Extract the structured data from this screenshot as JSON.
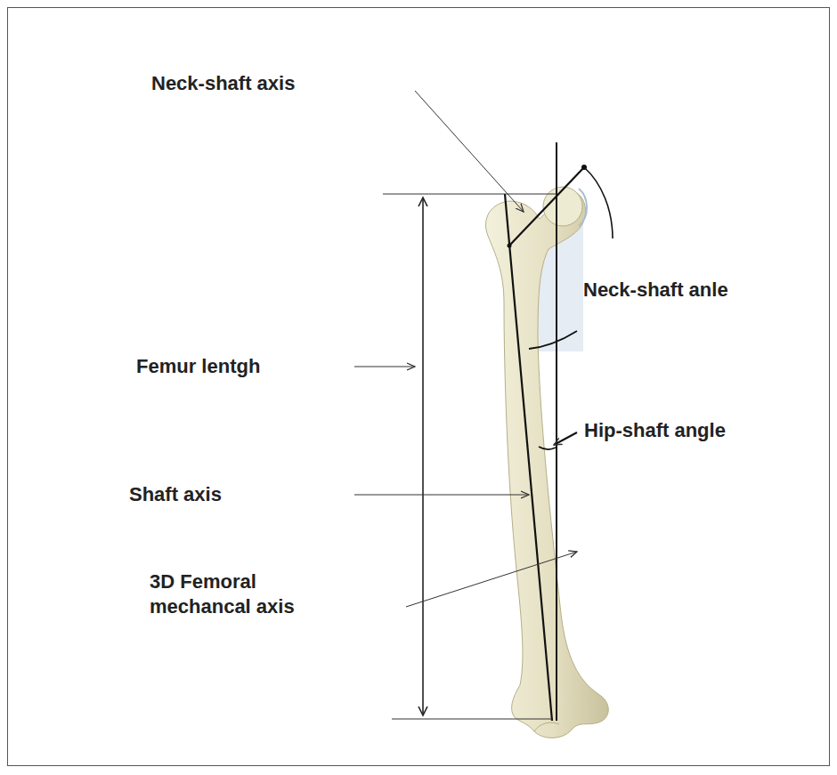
{
  "diagram": {
    "labels": [
      "Neck-shaft axis",
      "Neck-shaft anle",
      "Femur lentgh",
      "Hip-shaft angle",
      "Shaft axis",
      "3D Femoral mechancal axis"
    ]
  }
}
